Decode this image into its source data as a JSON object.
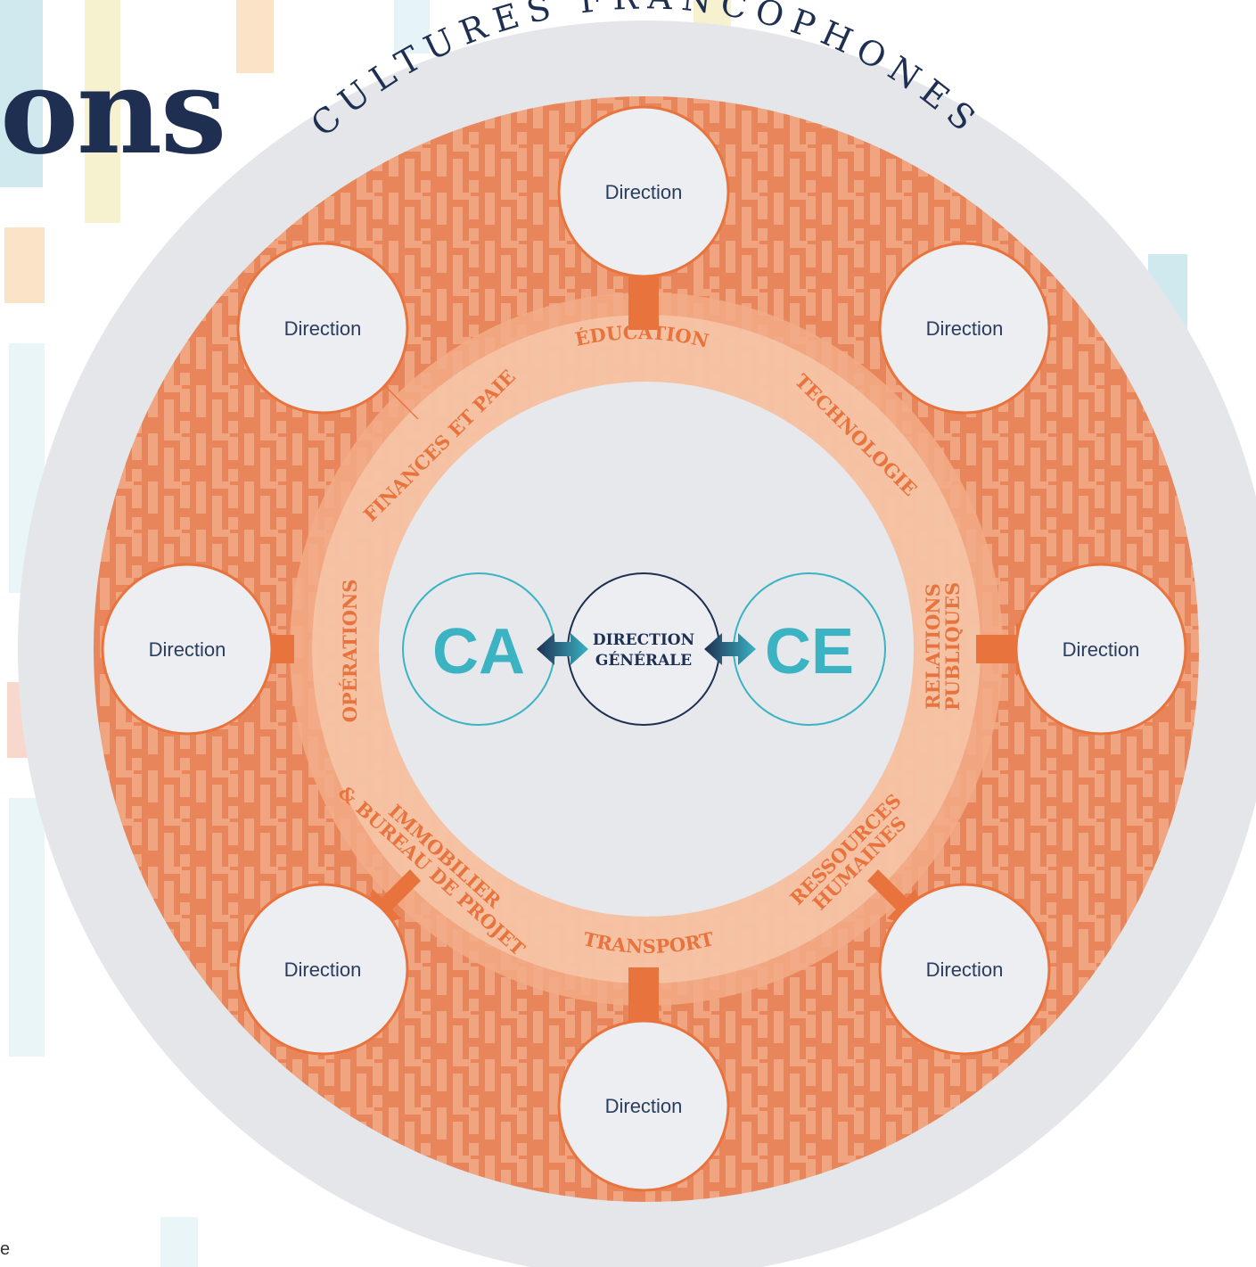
{
  "page": {
    "partial_title": "ons",
    "partial_footer": "e"
  },
  "diagram": {
    "outer_ring_title": "CULTURES FRANCOPHONES",
    "center": {
      "label_line1": "DIRECTION",
      "label_line2": "GÉNÉRALE",
      "left_abbr": "CA",
      "right_abbr": "CE"
    },
    "departments": [
      {
        "id": "education",
        "label": "ÉDUCATION"
      },
      {
        "id": "technologie",
        "label": "TECHNOLOGIE"
      },
      {
        "id": "relations-publiques",
        "label_line1": "RELATIONS",
        "label_line2": "PUBLIQUES"
      },
      {
        "id": "ressources-humaines",
        "label_line1": "RESSOURCES",
        "label_line2": "HUMAINES"
      },
      {
        "id": "transport",
        "label": "TRANSPORT"
      },
      {
        "id": "immobilier",
        "label_line1": "IMMOBILIER",
        "label_line2": "& BUREAU DE PROJET"
      },
      {
        "id": "operations",
        "label": "OPÉRATIONS"
      },
      {
        "id": "finances",
        "label": "FINANCES ET PAIE"
      }
    ],
    "directions": [
      {
        "position": "top",
        "label": "Direction"
      },
      {
        "position": "top-right",
        "label": "Direction"
      },
      {
        "position": "right",
        "label": "Direction"
      },
      {
        "position": "bottom-right",
        "label": "Direction"
      },
      {
        "position": "bottom",
        "label": "Direction"
      },
      {
        "position": "bottom-left",
        "label": "Direction"
      },
      {
        "position": "left",
        "label": "Direction"
      },
      {
        "position": "top-left",
        "label": "Direction"
      }
    ],
    "colors": {
      "orange": "#e8733d",
      "navy": "#1e2f52",
      "teal": "#3bb3c3",
      "outer_grey": "#e4e6ea",
      "circle_fill": "#eceef2"
    }
  }
}
